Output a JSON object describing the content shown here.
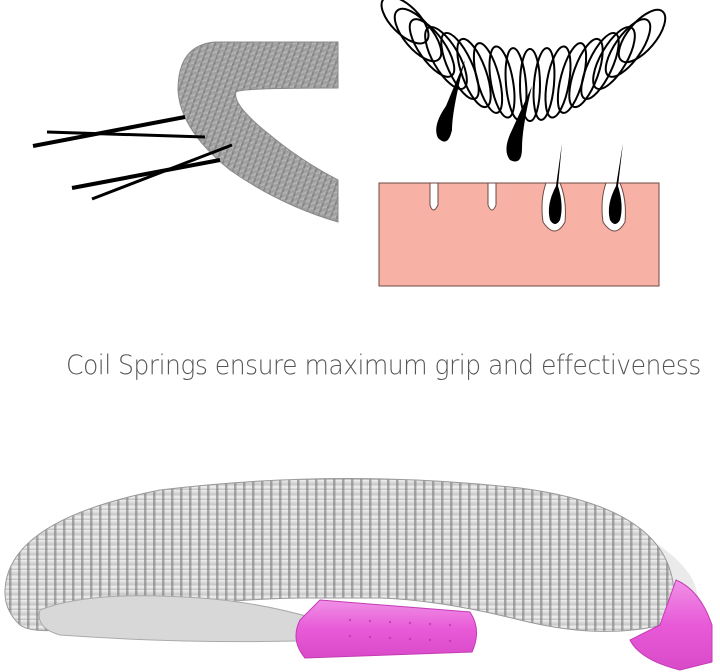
{
  "caption": "Coil Springs ensure maximum grip and effectiveness",
  "panels": {
    "coil_closeup": {
      "label": "coil-spring-closeup-with-hairs"
    },
    "skin_diagram": {
      "label": "hair-removal-from-skin-diagram"
    },
    "product_render": {
      "label": "spring-epilator-product-render"
    }
  },
  "colors": {
    "skin": "#f7b2a5",
    "skin_border": "#6b4a44",
    "hair": "#000000",
    "spring_metal": "#a9a9a9",
    "handle_pink": "#e85ad8",
    "caption_text": "#555555"
  }
}
